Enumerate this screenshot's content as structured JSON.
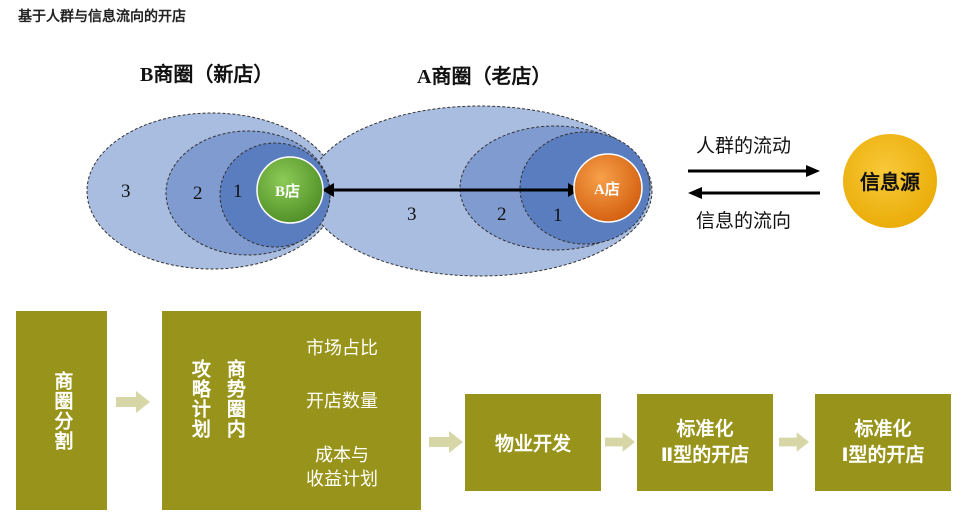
{
  "title": "基于人群与信息流向的开店",
  "circles": {
    "b_area_label": "B商圈（新店）",
    "a_area_label": "A商圈（老店）",
    "b_store": "B店",
    "a_store": "A店",
    "b_rings": [
      "3",
      "2",
      "1"
    ],
    "a_rings": [
      "3",
      "2",
      "1"
    ]
  },
  "flows": {
    "people_flow": "人群的流动",
    "info_flow": "信息的流向",
    "info_source": "信息源"
  },
  "process": {
    "step1": "商圈分割",
    "step2_left_col1": "攻略计划",
    "step2_left_col2": "商势圈内",
    "step2_items": [
      "市场占比",
      "开店数量",
      "成本与\n收益计划"
    ],
    "step3": "物业开发",
    "step4": "标准化\nⅡ型的开店",
    "step5": "标准化\nⅠ型的开店"
  },
  "colors": {
    "ring_outer": "#a9bde0",
    "ring_mid": "#7f9bcf",
    "ring_inner": "#5a7dc0",
    "b_store": "#6aaa3a",
    "a_store": "#e8771f",
    "info_source": "#f3b810",
    "box": "#98941b",
    "arrow": "#d7d6a6"
  }
}
